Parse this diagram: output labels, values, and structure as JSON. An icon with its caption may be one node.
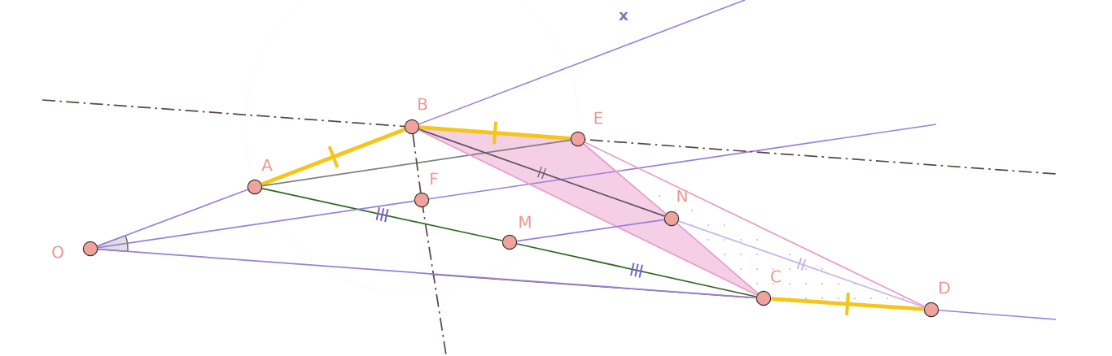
{
  "diagram": {
    "nodes": [
      {
        "text": [],
        "shape": "circle",
        "beside": [
          "O"
        ]
      },
      {
        "text": [],
        "shape": "circle",
        "beside": [
          "A"
        ]
      },
      {
        "text": [],
        "shape": "circle",
        "beside": [
          "B"
        ]
      },
      {
        "text": [],
        "shape": "circle",
        "beside": [
          "E"
        ]
      },
      {
        "text": [],
        "shape": "circle",
        "beside": [
          "F"
        ]
      },
      {
        "text": [],
        "shape": "circle",
        "beside": [
          "M"
        ]
      },
      {
        "text": [],
        "shape": "circle",
        "beside": [
          "N"
        ]
      },
      {
        "text": [],
        "shape": "circle",
        "beside": [
          "C"
        ]
      },
      {
        "text": [],
        "shape": "circle",
        "beside": [
          "D"
        ]
      }
    ],
    "edges": [
      {
        "from": 0,
        "to": 1,
        "arrow": "none"
      },
      {
        "from": 1,
        "to": 2,
        "arrow": "none",
        "style": "thick",
        "color": "#f5c518"
      },
      {
        "from": 2,
        "to": 3,
        "arrow": "none",
        "style": "thick",
        "color": "#f5c518"
      },
      {
        "from": 1,
        "to": 3,
        "arrow": "none",
        "color": "#808080"
      },
      {
        "from": 1,
        "to": 5,
        "arrow": "none",
        "color": "#2d6a1f"
      },
      {
        "from": 5,
        "to": 7,
        "arrow": "none",
        "color": "#2d6a1f"
      },
      {
        "from": 2,
        "to": 6,
        "arrow": "none",
        "color": "#5e5560"
      },
      {
        "from": 2,
        "to": 7,
        "arrow": "none",
        "color": "#e79ccb"
      },
      {
        "from": 3,
        "to": 6,
        "arrow": "none",
        "color": "#e79ccb"
      },
      {
        "from": 6,
        "to": 7,
        "arrow": "none",
        "color": "#e79ccb"
      },
      {
        "from": 3,
        "to": 8,
        "arrow": "none",
        "color": "#e79ccb"
      },
      {
        "from": 7,
        "to": 8,
        "arrow": "none",
        "style": "thick",
        "color": "#f5c518"
      },
      {
        "from": 5,
        "to": 6,
        "arrow": "none"
      },
      {
        "from": 6,
        "to": 8,
        "arrow": "none",
        "color": "#c9b8ec"
      },
      {
        "from": 0,
        "to": 4,
        "arrow": "none"
      },
      {
        "from": 0,
        "to": 7,
        "arrow": "none"
      },
      {
        "from": 2,
        "to": 4,
        "arrow": "none",
        "style": "dashed",
        "color": "#5a4747"
      }
    ],
    "labels": [
      "x"
    ]
  }
}
